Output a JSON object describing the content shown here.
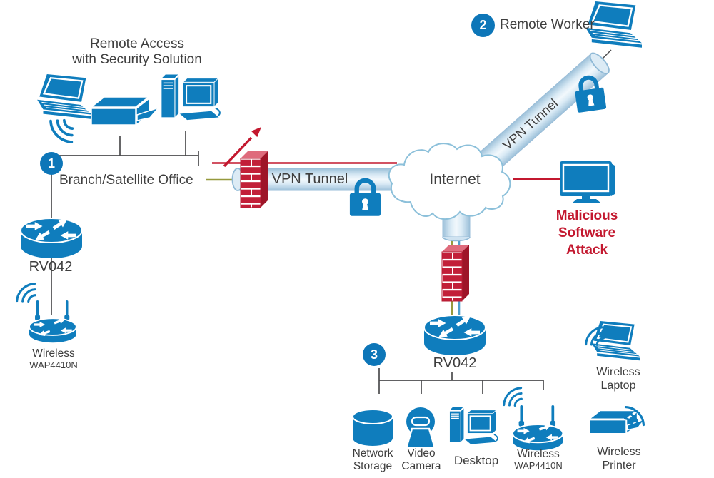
{
  "colors": {
    "device_blue": "#0f7dbd",
    "badge_blue": "#0d76b8",
    "alert_red": "#c3182f",
    "firewall_brick": "#c21f38",
    "olive_link": "#96993d",
    "tunnel_blue": "#9cc0d9",
    "line_gray": "#4b4b4d"
  },
  "icons": [
    "laptop-icon",
    "printer-icon",
    "desktop-computer-icon",
    "router-icon",
    "wireless-ap-icon",
    "flat-monitor-icon",
    "network-storage-icon",
    "video-camera-icon",
    "firewall-icon",
    "padlock-icon",
    "cloud-icon",
    "wireless-waves-icon",
    "attack-deflect-arrow-icon",
    "vpn-tunnel-tube"
  ],
  "branch": {
    "heading": "Remote Access\nwith Security Solution",
    "badge": "1",
    "label": "Branch/Satellite Office",
    "router": "RV042",
    "ap_name": "Wireless",
    "ap_model": "WAP4410N"
  },
  "tunnel": {
    "label": "VPN Tunnel"
  },
  "internet": {
    "label": "Internet"
  },
  "remote": {
    "badge": "2",
    "label": "Remote Worker",
    "tunnel_label": "VPN Tunnel"
  },
  "attack": {
    "label": "Malicious\nSoftware\nAttack"
  },
  "office": {
    "badge": "3",
    "router": "RV042",
    "storage": "Network\nStorage",
    "camera": "Video\nCamera",
    "desktop": "Desktop",
    "ap_name": "Wireless",
    "ap_model": "WAP4410N",
    "wireless_laptop": "Wireless\nLaptop",
    "wireless_printer": "Wireless\nPrinter"
  }
}
